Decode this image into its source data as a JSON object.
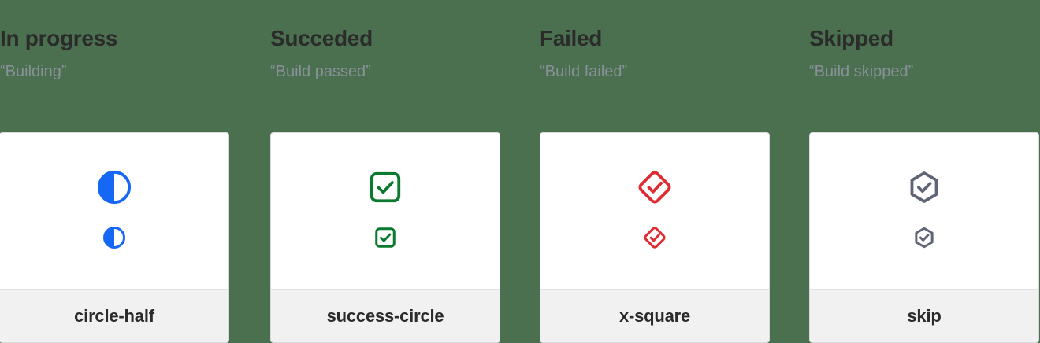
{
  "page": {
    "background_color": "#4a7050",
    "card_background": "#ffffff",
    "card_footer_background": "#f1f1f1",
    "title_color": "#2b2b2b",
    "subtitle_color": "#8a8f99"
  },
  "columns": [
    {
      "title": "In progress",
      "subtitle": "“Building”",
      "icon_name": "circle-half-icon",
      "icon_label": "circle-half",
      "icon_color": "#1667f5"
    },
    {
      "title": "Succeded",
      "subtitle": "“Build passed”",
      "icon_name": "success-circle-icon",
      "icon_label": "success-circle",
      "icon_color": "#0a7a2e"
    },
    {
      "title": "Failed",
      "subtitle": "“Build failed”",
      "icon_name": "x-square-icon",
      "icon_label": "x-square",
      "icon_color": "#e12b32"
    },
    {
      "title": "Skipped",
      "subtitle": "“Build skipped”",
      "icon_name": "skip-icon",
      "icon_label": "skip",
      "icon_color": "#5f6576"
    }
  ]
}
